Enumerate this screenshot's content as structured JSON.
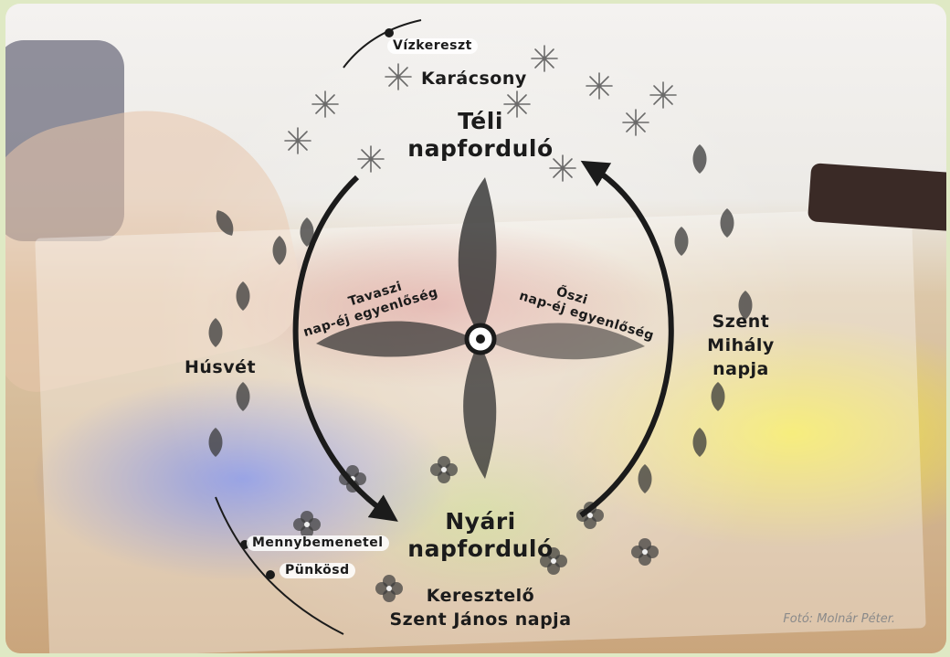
{
  "diagram": {
    "labels": {
      "vizkereszt": "Vízkereszt",
      "karacsony": "Karácsony",
      "teli_line1": "Téli",
      "teli_line2": "napforduló",
      "tavaszi_line1": "Tavaszi",
      "tavaszi_line2": "nap-éj egyenlőség",
      "oszi_line1": "Őszi",
      "oszi_line2": "nap-éj egyenlőség",
      "husvet": "Húsvét",
      "szent_line1": "Szent",
      "szent_line2": "Mihály",
      "szent_line3": "napja",
      "nyari_line1": "Nyári",
      "nyari_line2": "napforduló",
      "mennybemenetel": "Mennybemenetel",
      "punkosd": "Pünkösd",
      "kereszt_line1": "Keresztelő",
      "kereszt_line2": "Szent János napja"
    },
    "colors": {
      "winter": "#e8ecef",
      "spring": "#c4564e",
      "summer": "#4a5fe0",
      "autumn": "#f3e428",
      "ink": "#1b1b1b"
    }
  },
  "credit": "Fotó: Molnár Péter."
}
